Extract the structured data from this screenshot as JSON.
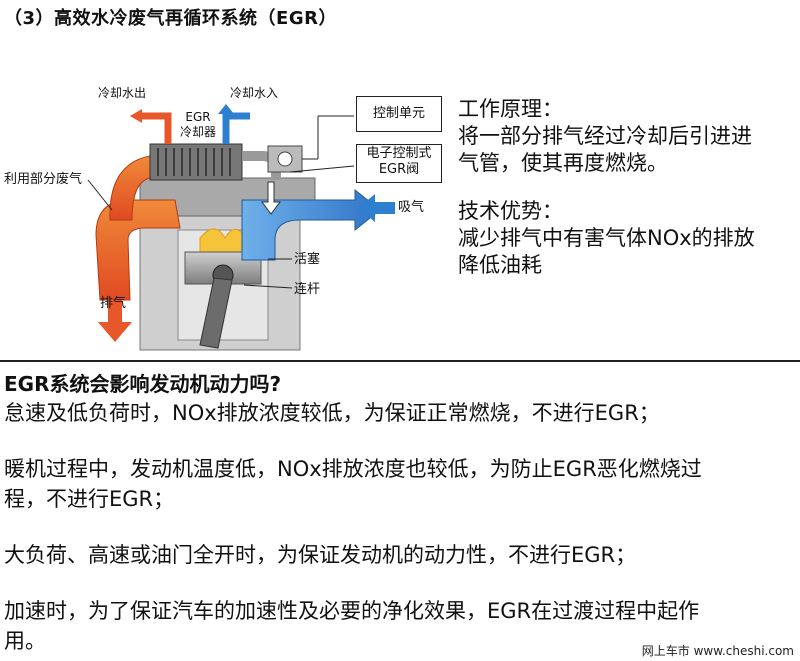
{
  "heading": "（3）高效水冷废气再循环系统（EGR）",
  "diagram": {
    "coolant_out": "冷却水出",
    "coolant_in": "冷却水入",
    "egr_cooler_line1": "EGR",
    "egr_cooler_line2": "冷却器",
    "control_unit": "控制单元",
    "egr_valve_line1": "电子控制式",
    "egr_valve_line2": "EGR阀",
    "partial_exhaust": "利用部分废气",
    "intake": "吸气",
    "piston": "活塞",
    "connecting_rod": "连杆",
    "exhaust": "排气"
  },
  "principle": {
    "title": "工作原理：",
    "line1": "将一部分排气经过冷却后引进进",
    "line2": "气管，使其再度燃烧。"
  },
  "advantage": {
    "title": "技术优势：",
    "line1": "减少排气中有害气体NOx的排放",
    "line2": "降低油耗"
  },
  "qa": {
    "title": "EGR系统会影响发动机动力吗?",
    "p1": "怠速及低负荷时，NOx排放浓度较低，为保证正常燃烧，不进行EGR；",
    "p2_line1": "暖机过程中，发动机温度低，NOx排放浓度也较低，为防止EGR恶化燃烧过",
    "p2_line2": "程，不进行EGR；",
    "p3": "大负荷、高速或油门全开时，为保证发动机的动力性，不进行EGR；",
    "p4_line1": "加速时，为了保证汽车的加速性及必要的净化效果，EGR在过渡过程中起作",
    "p4_line2": "用。"
  },
  "watermark": "网上车市 www.cheshi.com",
  "colors": {
    "exhaust_hot": "#e8572a",
    "intake_cool": "#2f7fd0",
    "housing": "#9a9a9a"
  }
}
